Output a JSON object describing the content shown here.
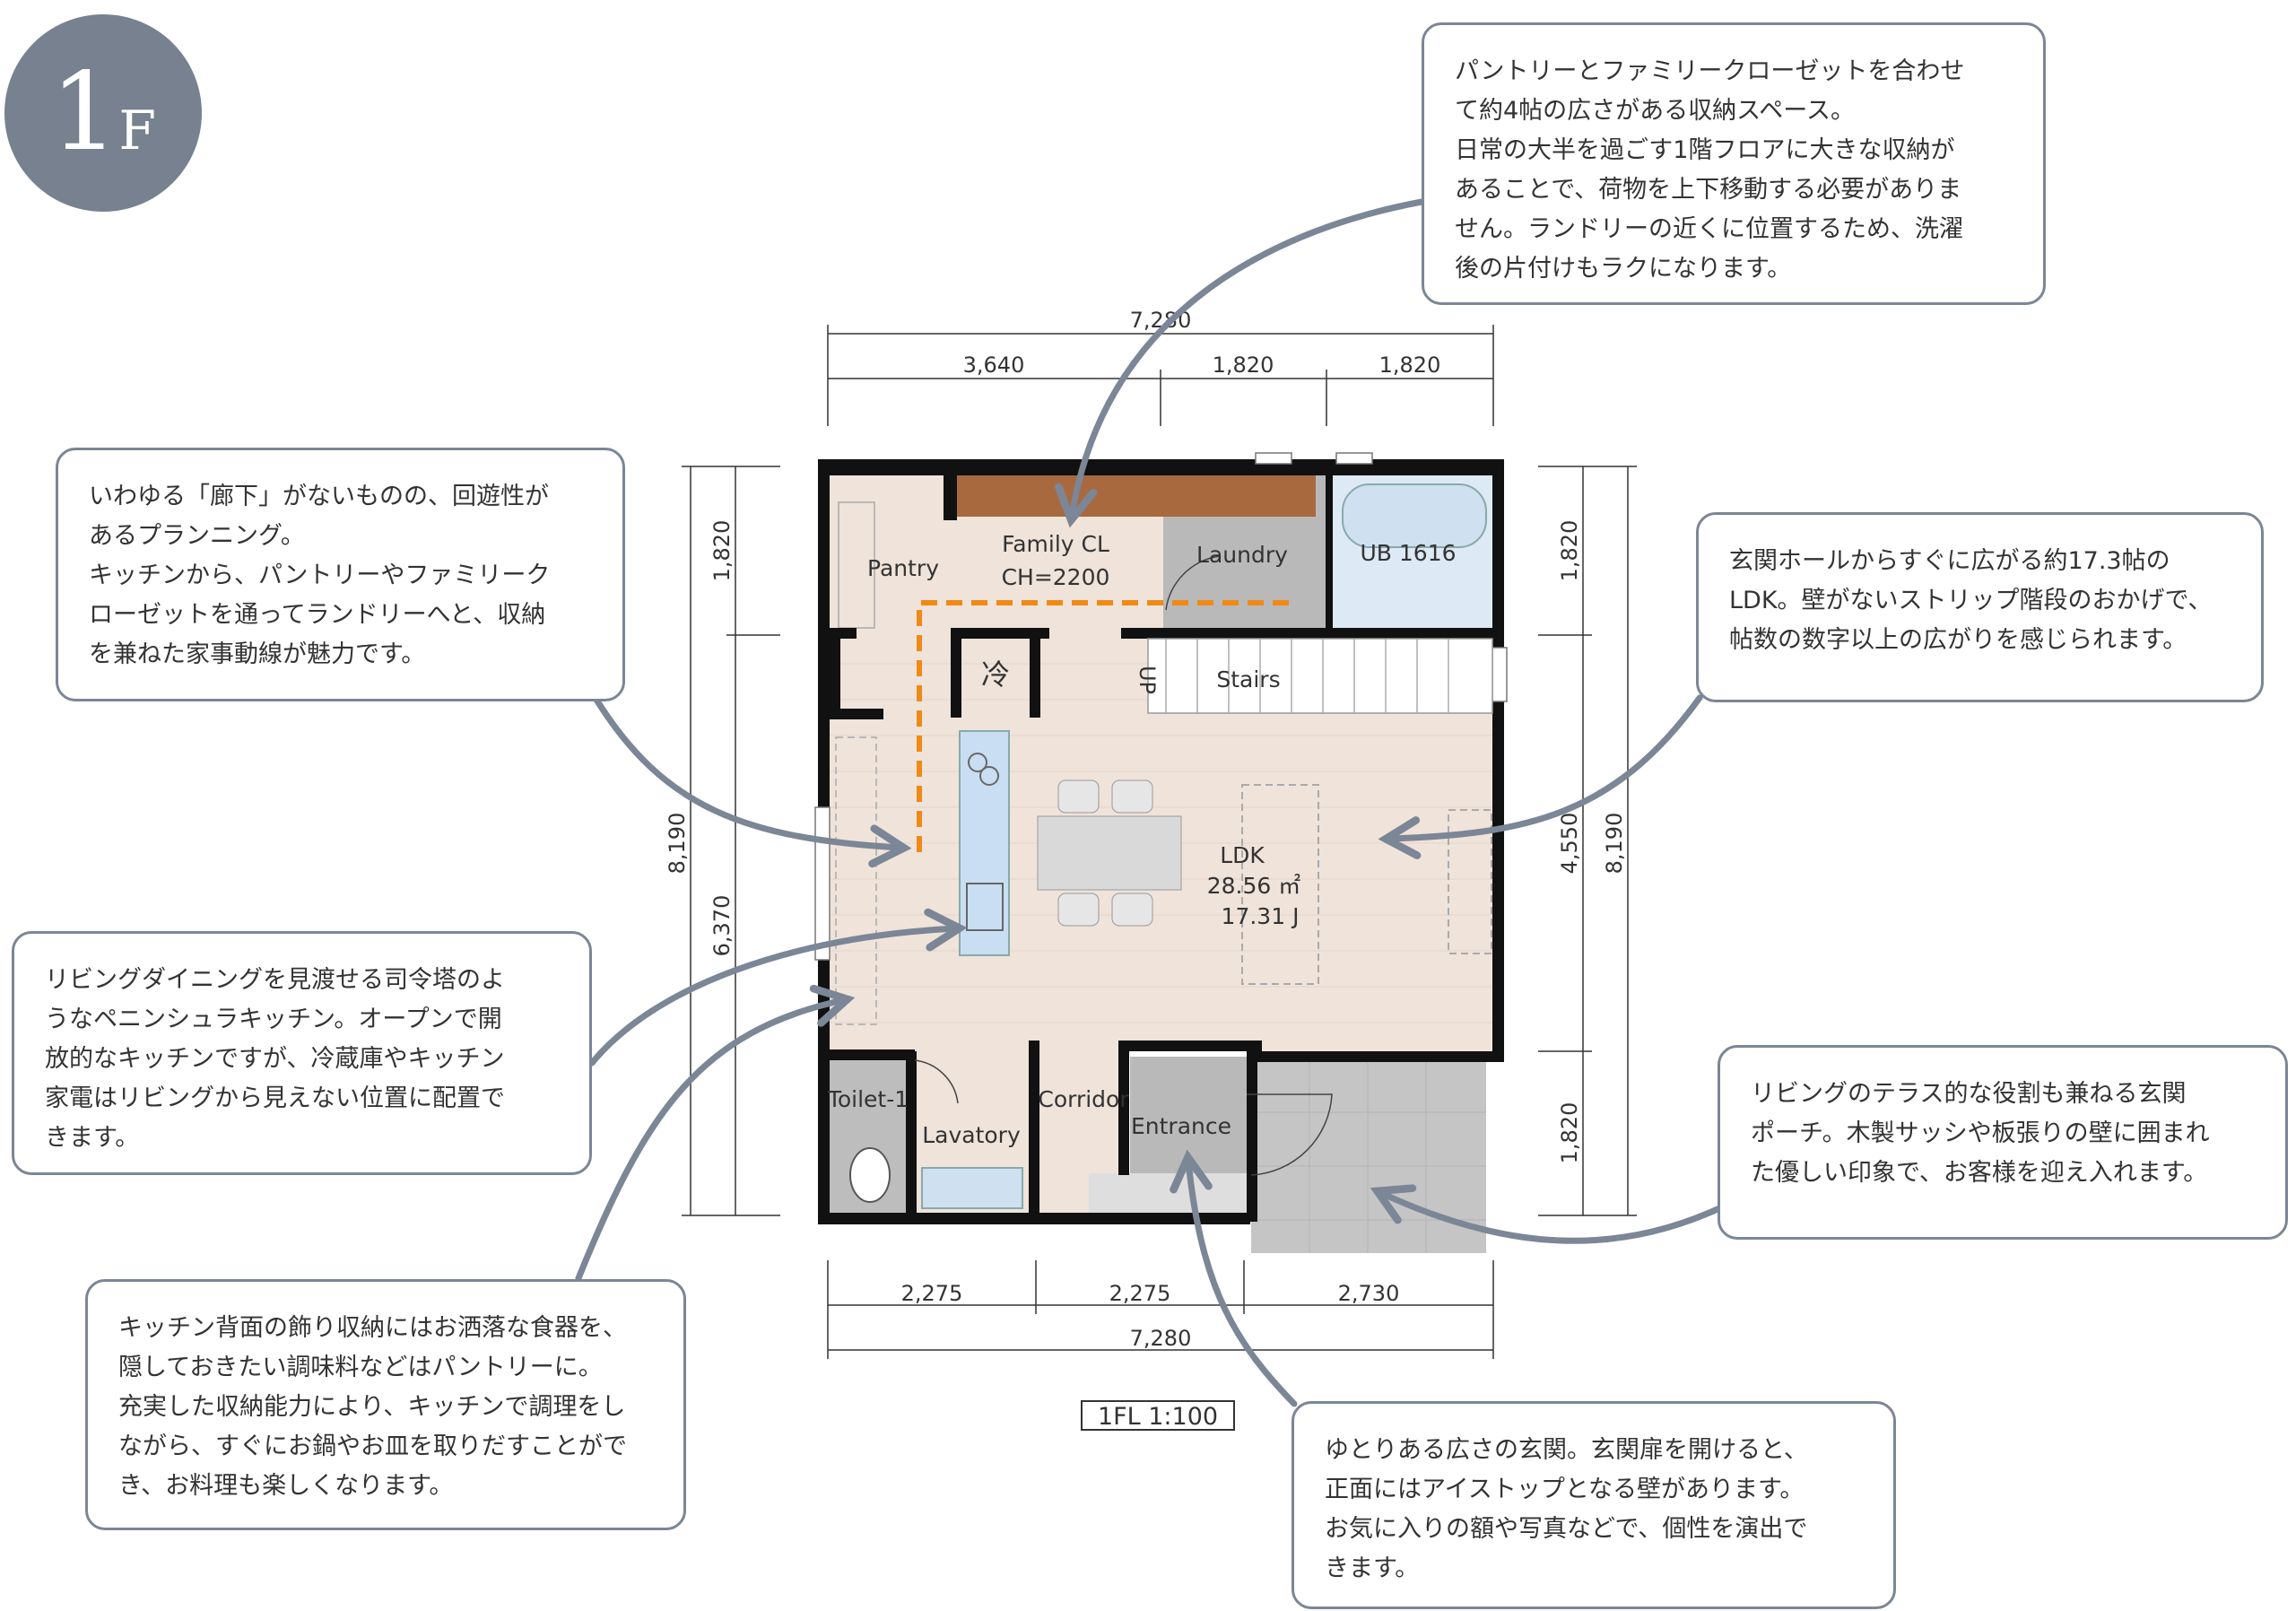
{
  "floor_badge": {
    "number": "1",
    "letter": "F"
  },
  "scale_label": "1FL  1:100",
  "dimensions": {
    "top_total": "7,280",
    "top_segments": [
      "3,640",
      "1,820",
      "1,820"
    ],
    "bottom_segments": [
      "2,275",
      "2,275",
      "2,730"
    ],
    "bottom_total": "7,280",
    "left_total": "8,190",
    "left_segments": [
      "1,820",
      "6,370"
    ],
    "right_total": "8,190",
    "right_segments": [
      "1,820",
      "4,550",
      "1,820"
    ]
  },
  "rooms": {
    "pantry": "Pantry",
    "family_cl": "Family CL",
    "family_cl_height": "CH=2200",
    "laundry": "Laundry",
    "ub": "UB 1616",
    "fridge": "冷",
    "up": "UP",
    "stairs": "Stairs",
    "ldk": "LDK",
    "ldk_area": "28.56 ㎡",
    "ldk_tatami": "17.31 J",
    "toilet": "Toilet-1",
    "lavatory": "Lavatory",
    "corridor": "Corridor",
    "entrance": "Entrance"
  },
  "callouts": {
    "storage": "パントリーとファミリークローゼットを合わせ\nて約4帖の広さがある収納スペース。\n日常の大半を過ごす1階フロアに大きな収納が\nあることで、荷物を上下移動する必要がありま\nせん。ランドリーの近くに位置するため、洗濯\n後の片付けもラクになります。",
    "circulation": "いわゆる「廊下」がないものの、回遊性が\nあるプランニング。\nキッチンから、パントリーやファミリーク\nローゼットを通ってランドリーへと、収納\nを兼ねた家事動線が魅力です。",
    "ldk": "玄関ホールからすぐに広がる約17.3帖の\nLDK。壁がないストリップ階段のおかげで、\n帖数の数字以上の広がりを感じられます。",
    "kitchen": "リビングダイニングを見渡せる司令塔のよ\nうなペニンシュラキッチン。オープンで開\n放的なキッチンですが、冷蔵庫やキッチン\n家電はリビングから見えない位置に配置で\nきます。",
    "porch": "リビングのテラス的な役割も兼ねる玄関\nポーチ。木製サッシや板張りの壁に囲まれ\nた優しい印象で、お客様を迎え入れます。",
    "back_storage": "キッチン背面の飾り収納にはお洒落な食器を、\n隠しておきたい調味料などはパントリーに。\n充実した収納能力により、キッチンで調理をし\nながら、すぐにお鍋やお皿を取りだすことがで\nき、お料理も楽しくなります。",
    "entrance": "ゆとりある広さの玄関。玄関扉を開けると、\n正面にはアイストップとなる壁があります。\nお気に入りの額や写真などで、個性を演出で\nきます。"
  },
  "colors": {
    "floor": "#efe3da",
    "wall": "#111111",
    "wet_area": "#dde9f4",
    "grey_room": "#b0b0b0",
    "wood_shelf": "#a8693f",
    "dashed_route": "#f08a17",
    "arrow": "#7b8696"
  }
}
